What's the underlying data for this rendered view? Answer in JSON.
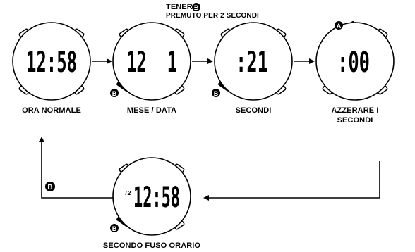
{
  "instruction": {
    "line1": "TENERE",
    "button": "B",
    "line2": "PREMUTO PER 2 SECONDI"
  },
  "watches": [
    {
      "display": "12:58",
      "caption": "ORA NORMALE"
    },
    {
      "display": "12  1",
      "caption": "MESE / DATA",
      "button": "B"
    },
    {
      "display": ":21",
      "caption": "SECONDI",
      "button": "B"
    },
    {
      "display": ":00",
      "caption_line1": "AZZERARE I",
      "caption_line2": "SECONDI",
      "button": "A"
    },
    {
      "display": "12:58",
      "prefix": "T2",
      "caption": "SECONDO FUSO ORARIO",
      "button": "B"
    }
  ],
  "return_arrow_button": "B"
}
